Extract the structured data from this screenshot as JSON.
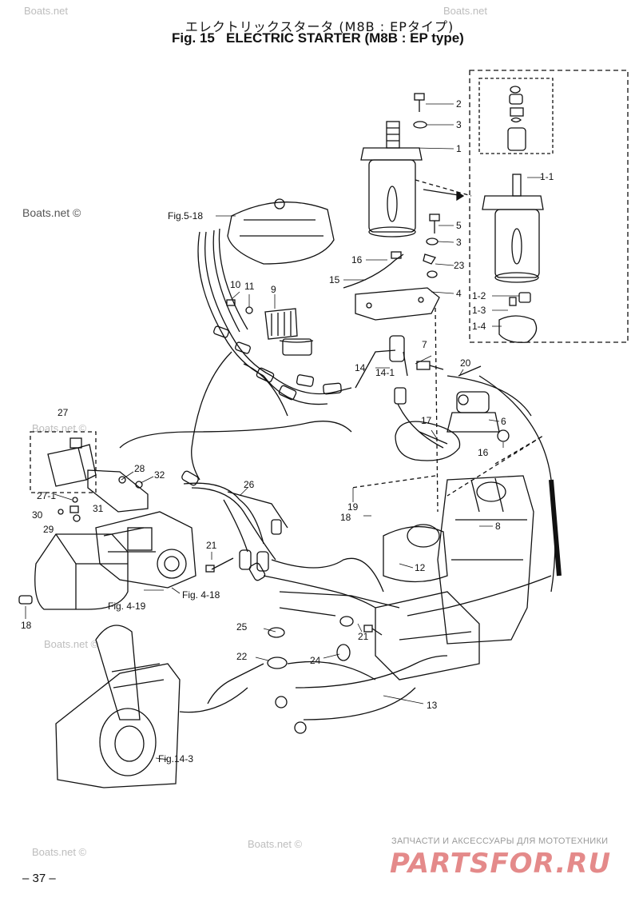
{
  "header": {
    "title_jp": "エレクトリックスタータ (M8B : EPタイプ)",
    "fig_number": "Fig. 15",
    "title_en": "ELECTRIC STARTER (M8B : EP type)"
  },
  "watermarks": [
    "Boats.net",
    "Boats.net",
    "Boats.net ©",
    "Boats.net ©",
    "Boats.net ©",
    "Boats.net ©",
    "Boats.net ©"
  ],
  "callouts": {
    "c2": "2",
    "c3a": "3",
    "c1": "1",
    "c1_1": "1-1",
    "c5": "5",
    "c3b": "3",
    "c23": "23",
    "c4": "4",
    "c1_2": "1-2",
    "c1_3": "1-3",
    "c1_4": "1-4",
    "c16a": "16",
    "c15": "15",
    "c10": "10",
    "c11": "11",
    "c9": "9",
    "c7": "7",
    "c14": "14",
    "c14_1": "14-1",
    "c20": "20",
    "c6": "6",
    "c17": "17",
    "c16b": "16",
    "c27": "27",
    "c28": "28",
    "c32": "32",
    "c27_1": "27-1",
    "c30": "30",
    "c29": "29",
    "c31": "31",
    "c26": "26",
    "c19": "19",
    "c18a": "18",
    "c8": "8",
    "c12": "12",
    "c21a": "21",
    "c21b": "21",
    "c25": "25",
    "c22": "22",
    "c24": "24",
    "c13": "13",
    "c18b": "18",
    "f5_18": "Fig.5-18",
    "f4_18": "Fig. 4-18",
    "f4_19": "Fig. 4-19",
    "f14_3": "Fig.14-3"
  },
  "footer": {
    "page_number": "– 37 –",
    "brand_sub": "ЗАПЧАСТИ И АКСЕССУАРЫ ДЛЯ МОТОТЕХНИКИ",
    "brand": "PARTSFOR.RU"
  }
}
